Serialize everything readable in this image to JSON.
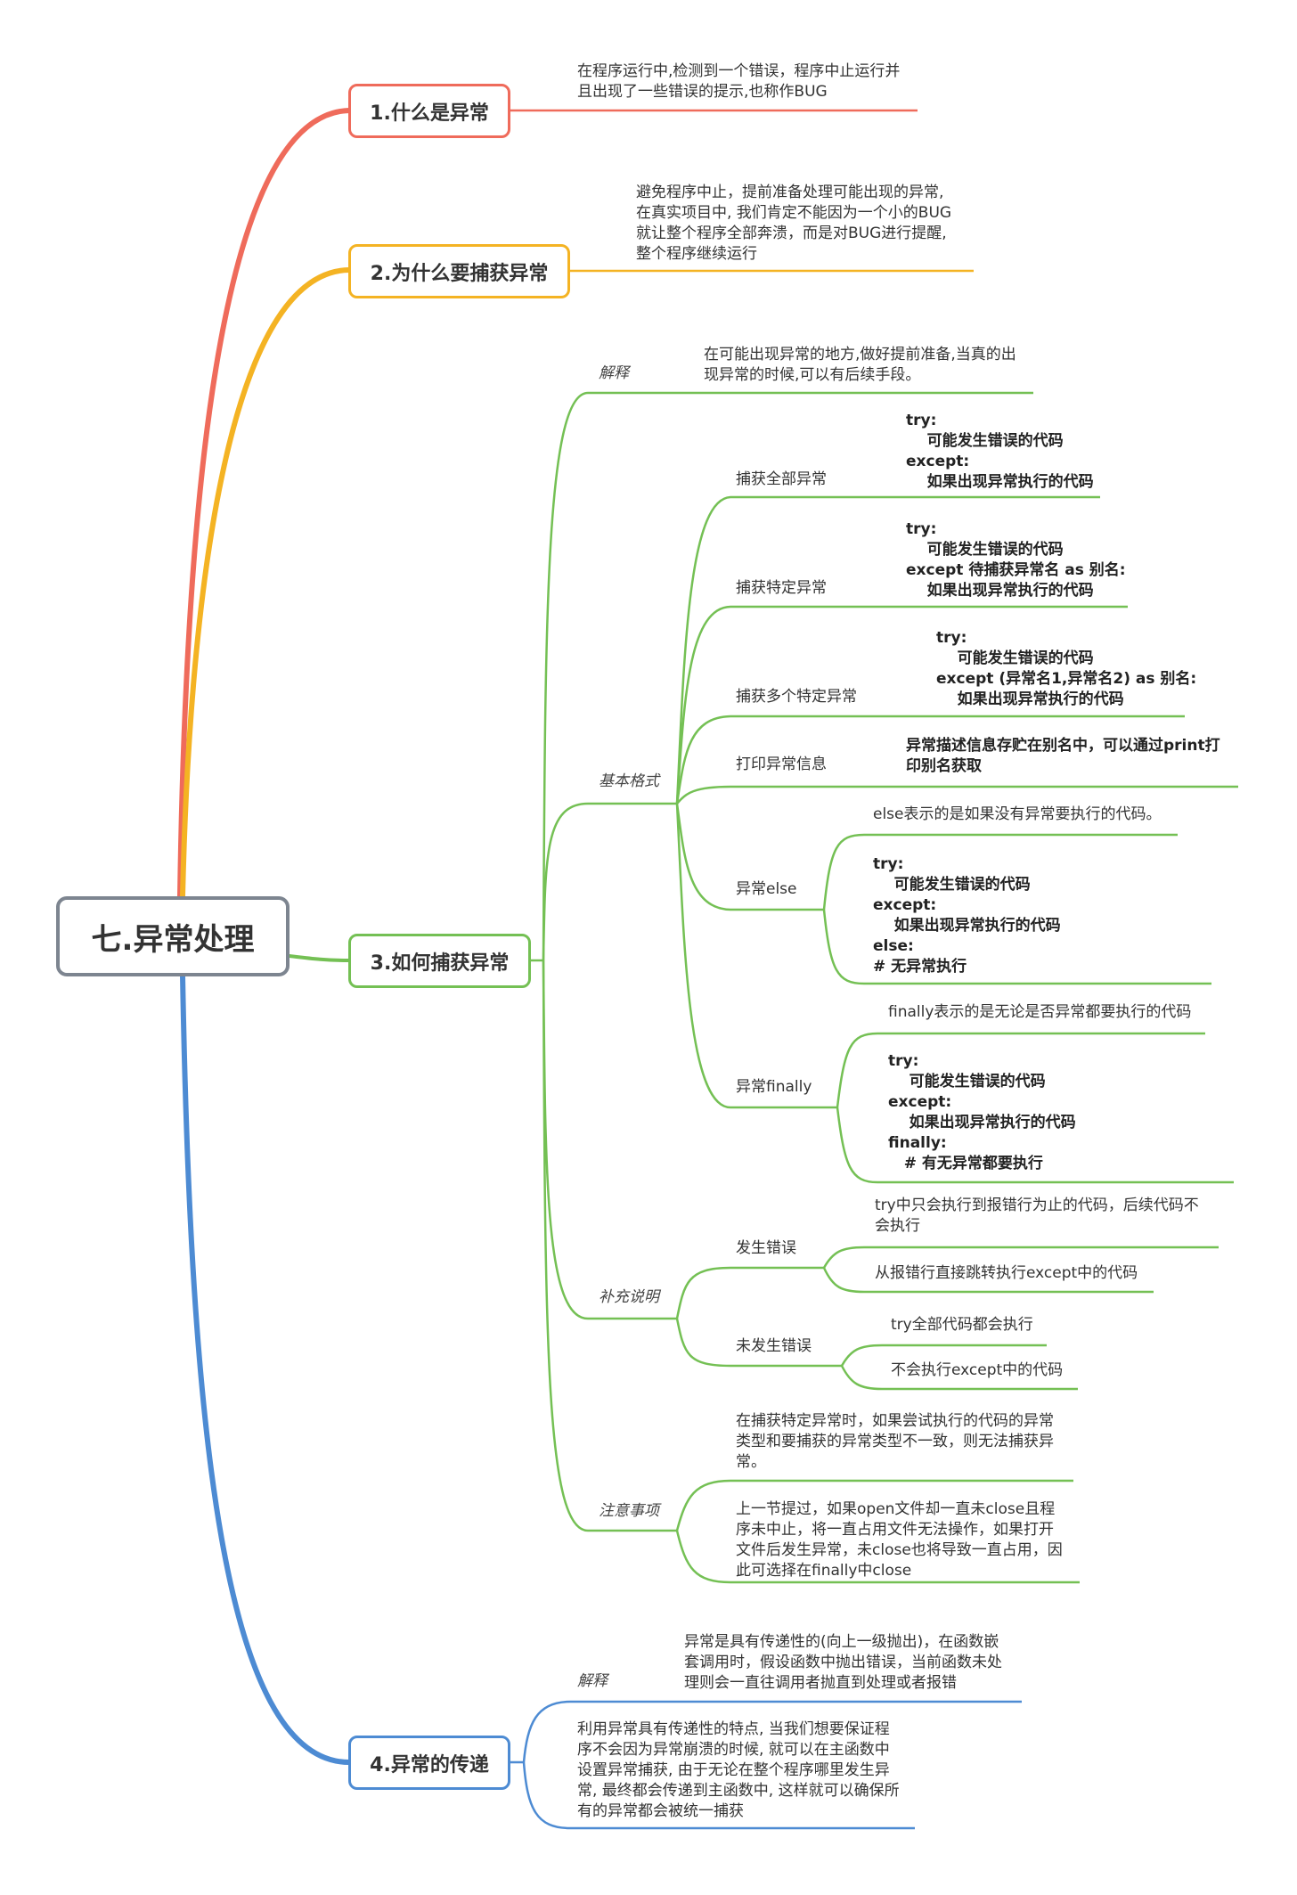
{
  "colors": {
    "red": "#EF6B5B",
    "yellow": "#F4B323",
    "green": "#74C054",
    "blue": "#4D8BD3",
    "root_border": "#7D8590"
  },
  "root": {
    "title": "七.异常处理"
  },
  "topics": {
    "t1": {
      "title": "1.什么是异常",
      "desc": "在程序运行中,检测到一个错误，程序中止运行并\n且出现了一些错误的提示,也称作BUG"
    },
    "t2": {
      "title": "2.为什么要捕获异常",
      "desc": "避免程序中止，提前准备处理可能出现的异常,\n在真实项目中, 我们肯定不能因为一个小的BUG\n就让整个程序全部奔溃，而是对BUG进行提醒,\n整个程序继续运行"
    },
    "t3": {
      "title": "3.如何捕获异常",
      "jieshi": {
        "label": "解释",
        "text": "在可能出现异常的地方,做好提前准备,当真的出\n现异常的时候,可以有后续手段。"
      },
      "jibengeshi": {
        "label": "基本格式",
        "items": {
          "all": {
            "label": "捕获全部异常",
            "code": "try:\n    可能发生错误的代码\nexcept:\n    如果出现异常执行的代码"
          },
          "specific": {
            "label": "捕获特定异常",
            "code": "try:\n    可能发生错误的代码\nexcept 待捕获异常名 as 别名:\n    如果出现异常执行的代码"
          },
          "multi": {
            "label": "捕获多个特定异常",
            "code": "try:\n    可能发生错误的代码\nexcept (异常名1,异常名2) as 别名:\n    如果出现异常执行的代码"
          },
          "print": {
            "label": "打印异常信息",
            "code": "异常描述信息存贮在别名中，可以通过print打\n印别名获取"
          },
          "else": {
            "label": "异常else",
            "desc": "else表示的是如果没有异常要执行的代码。",
            "code": "try:\n    可能发生错误的代码\nexcept:\n    如果出现异常执行的代码\nelse:\n# 无异常执行"
          },
          "finally": {
            "label": "异常finally",
            "desc": "finally表示的是无论是否异常都要执行的代码",
            "code": "try:\n    可能发生错误的代码\nexcept:\n    如果出现异常执行的代码\nfinally:\n   # 有无异常都要执行"
          }
        }
      },
      "buchong": {
        "label": "补充说明",
        "error": {
          "label": "发生错误",
          "a": "try中只会执行到报错行为止的代码，后续代码不\n会执行",
          "b": "从报错行直接跳转执行except中的代码"
        },
        "noerror": {
          "label": "未发生错误",
          "a": "try全部代码都会执行",
          "b": "不会执行except中的代码"
        }
      },
      "zhuyi": {
        "label": "注意事项",
        "a": "在捕获特定异常时，如果尝试执行的代码的异常\n类型和要捕获的异常类型不一致，则无法捕获异\n常。",
        "b": "上一节提过，如果open文件却一直未close且程\n序未中止，将一直占用文件无法操作，如果打开\n文件后发生异常，未close也将导致一直占用，因\n此可选择在finally中close"
      }
    },
    "t4": {
      "title": "4.异常的传递",
      "jieshi": {
        "label": "解释",
        "text": "异常是具有传递性的(向上一级抛出)，在函数嵌\n套调用时，假设函数中抛出错误，当前函数未处\n理则会一直往调用者抛直到处理或者报错"
      },
      "usage": "利用异常具有传递性的特点, 当我们想要保证程\n序不会因为异常崩溃的时候, 就可以在主函数中\n设置异常捕获, 由于无论在整个程序哪里发生异\n常, 最终都会传递到主函数中, 这样就可以确保所\n有的异常都会被统一捕获"
    }
  }
}
